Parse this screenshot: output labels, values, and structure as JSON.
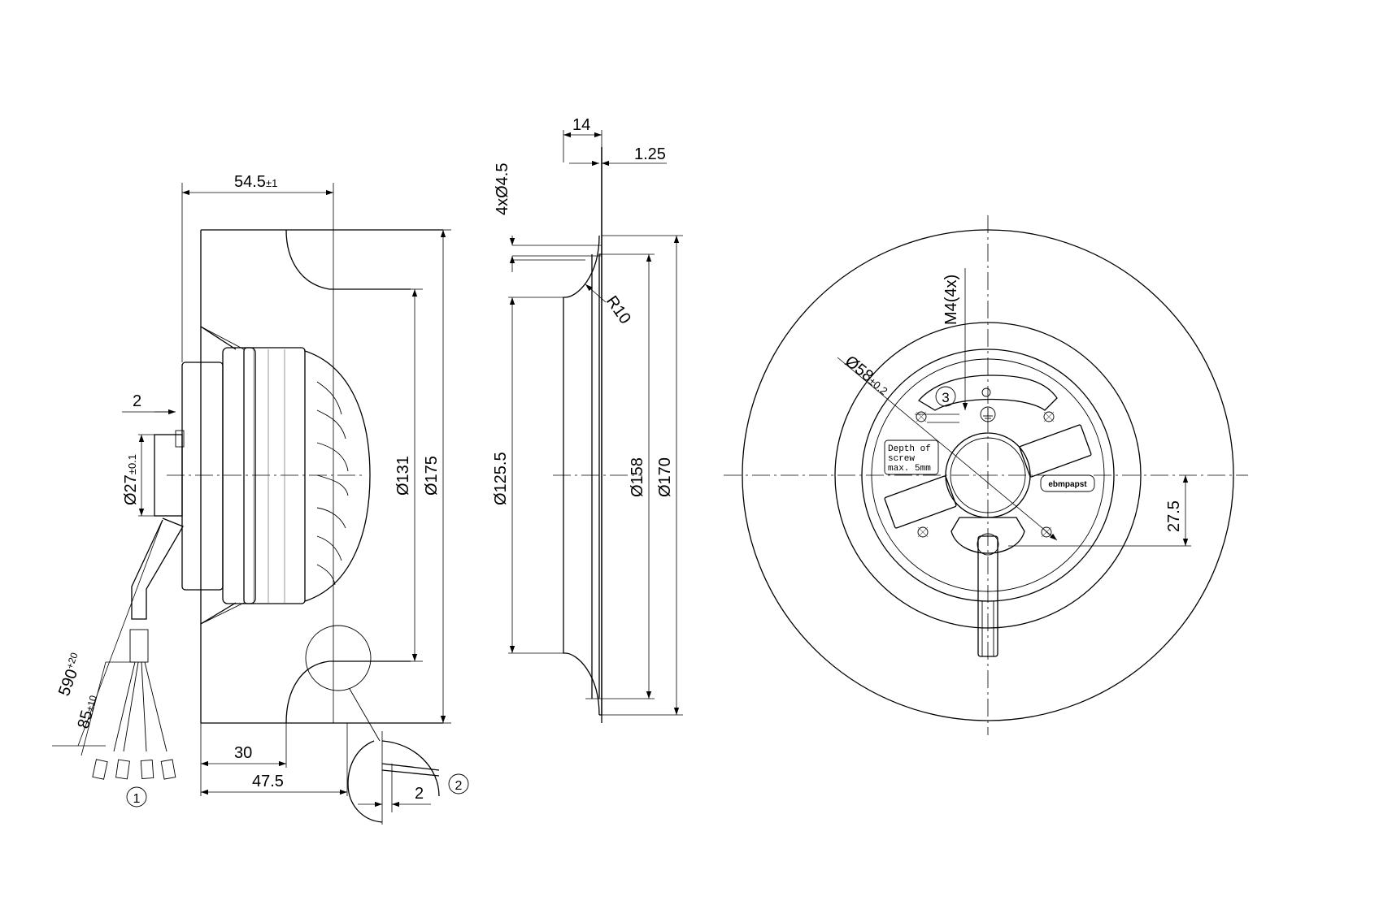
{
  "side_view": {
    "dim_width": "54.5",
    "dim_width_tol": "±1",
    "dim_step": "2",
    "dim_shaft": "Ø27",
    "dim_shaft_tol": "±0.1",
    "dim_inner": "Ø131",
    "dim_outer": "Ø175",
    "dim_30": "30",
    "dim_47": "47.5",
    "dim_cable": "590",
    "dim_cable_tol": "+20",
    "dim_leads": "85",
    "dim_leads_tol": "±10",
    "callout_1": "1",
    "detail_dim": "2",
    "callout_2": "2"
  },
  "section_view": {
    "dim_14": "14",
    "dim_125": "1.25",
    "dim_holes": "4xØ4.5",
    "dim_radius": "R10",
    "dim_1255": "Ø125.5",
    "dim_158": "Ø158",
    "dim_170": "Ø170"
  },
  "front_view": {
    "dim_thread": "M4(4x)",
    "dim_bolt_circle": "Ø58",
    "dim_bolt_tol": "±0.2",
    "callout_3": "3",
    "note_line1": "Depth of",
    "note_line2": "screw",
    "note_line3": "max. 5mm",
    "brand": "ebmpapst",
    "dim_275": "27.5"
  }
}
